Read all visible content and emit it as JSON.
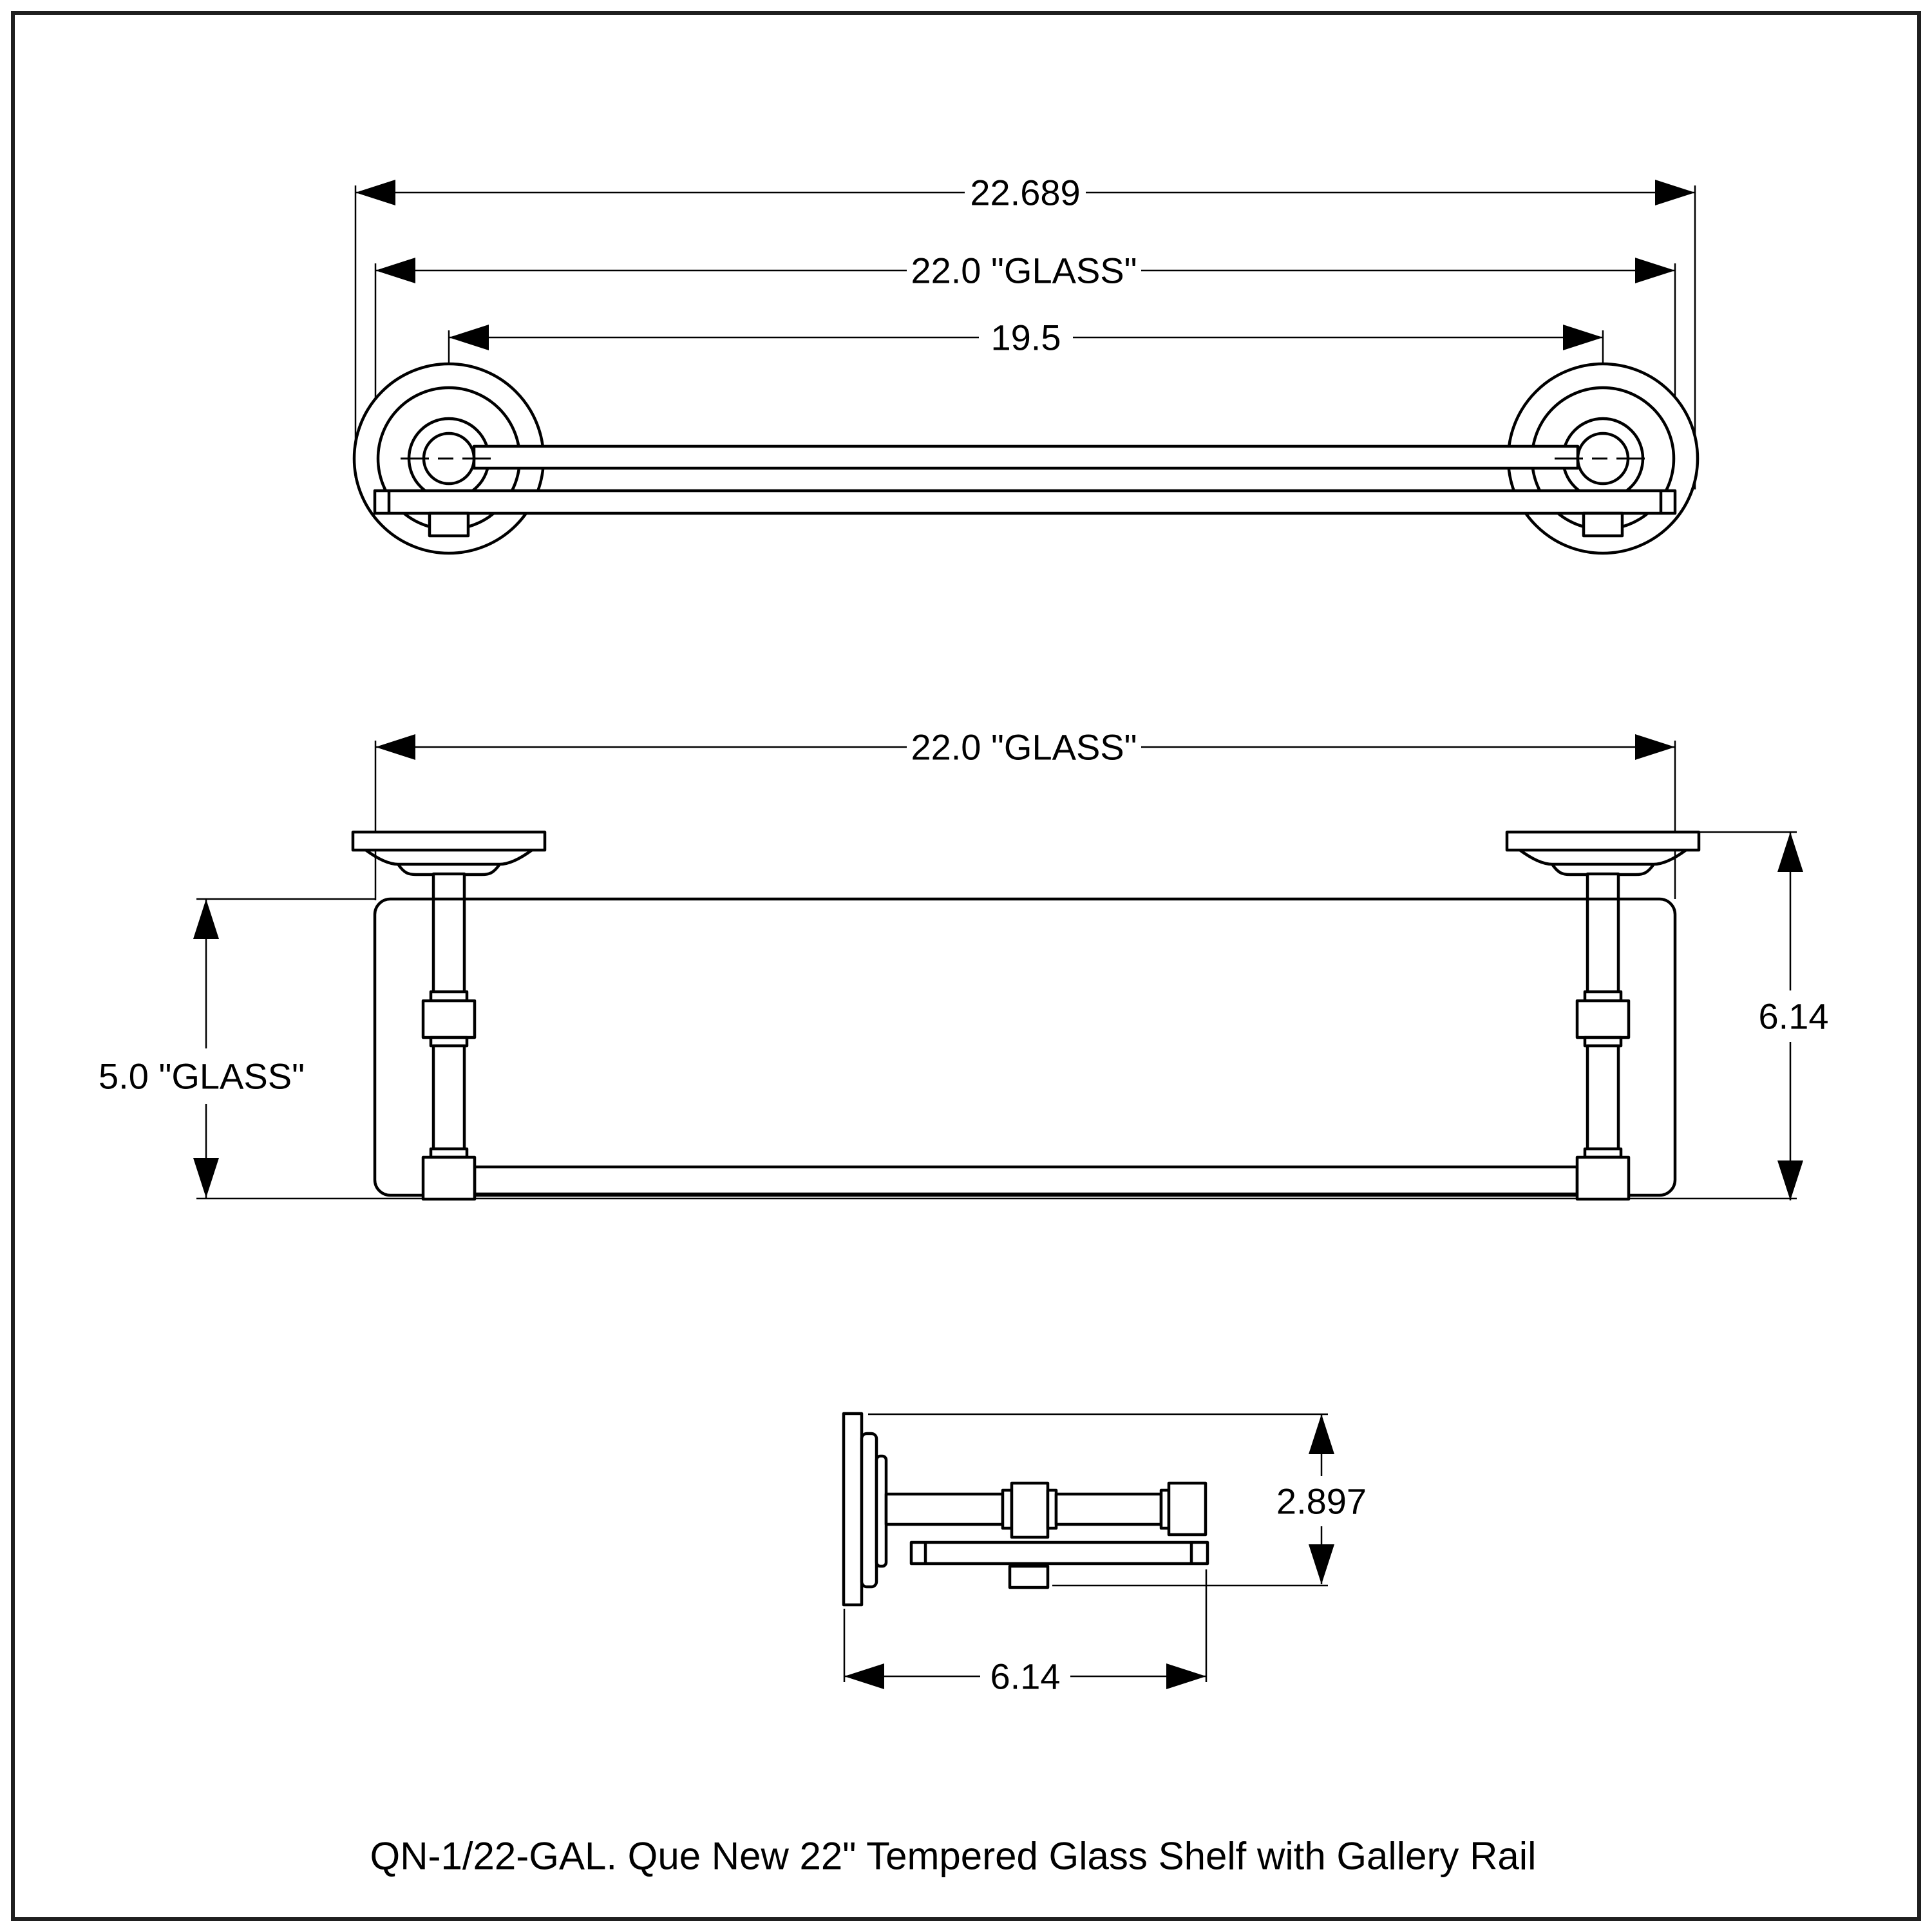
{
  "title": "QN-1/22-GAL. Que New 22\" Tempered Glass Shelf with Gallery Rail",
  "colors": {
    "ink": "#000000",
    "paper": "#ffffff",
    "frame": "#1f1f1f"
  },
  "views": {
    "front_elevation": {
      "dims": {
        "overall_width": "22.689",
        "glass_width": "22.0 \"GLASS\"",
        "post_spacing": "19.5"
      }
    },
    "plan": {
      "dims": {
        "glass_width": "22.0 \"GLASS\"",
        "glass_depth": "5.0 \"GLASS\"",
        "projection": "6.14"
      }
    },
    "side": {
      "dims": {
        "height": "2.897",
        "projection": "6.14"
      }
    }
  }
}
